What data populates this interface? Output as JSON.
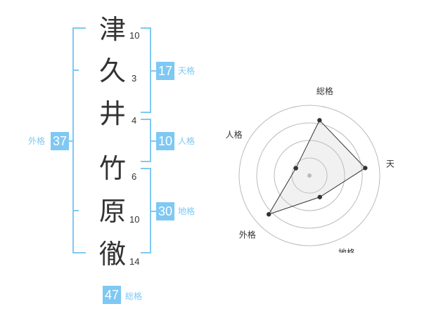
{
  "name": {
    "chars": [
      {
        "char": "津",
        "strokes": "10"
      },
      {
        "char": "久",
        "strokes": "3"
      },
      {
        "char": "井",
        "strokes": "4"
      },
      {
        "char": "竹",
        "strokes": "6"
      },
      {
        "char": "原",
        "strokes": "10"
      },
      {
        "char": "徹",
        "strokes": "14"
      }
    ]
  },
  "grids": {
    "tenkaku": {
      "value": "17",
      "label": "天格"
    },
    "jinkaku": {
      "value": "10",
      "label": "人格"
    },
    "chikaku": {
      "value": "30",
      "label": "地格"
    },
    "gaikaku": {
      "value": "37",
      "label": "外格"
    },
    "soukaku": {
      "value": "47",
      "label": "総格"
    }
  },
  "colors": {
    "accent": "#7ec8f4",
    "text": "#333333"
  },
  "chart_data": {
    "type": "radar",
    "axes": [
      "総格",
      "天格",
      "地格",
      "外格",
      "人格"
    ],
    "values": [
      4,
      4,
      1.7,
      4,
      1.1
    ],
    "max": 5,
    "rings": 4
  }
}
